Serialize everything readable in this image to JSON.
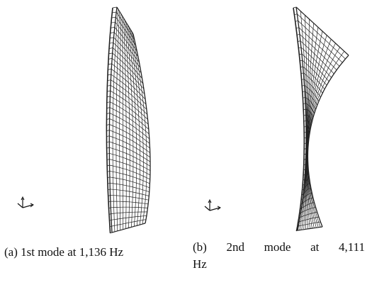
{
  "panels": [
    {
      "id": "a",
      "caption": "(a) 1st mode at 1,136 Hz"
    },
    {
      "id": "b",
      "caption_line1": "(b) 2nd mode at 4,111",
      "caption_line2": "Hz"
    }
  ]
}
